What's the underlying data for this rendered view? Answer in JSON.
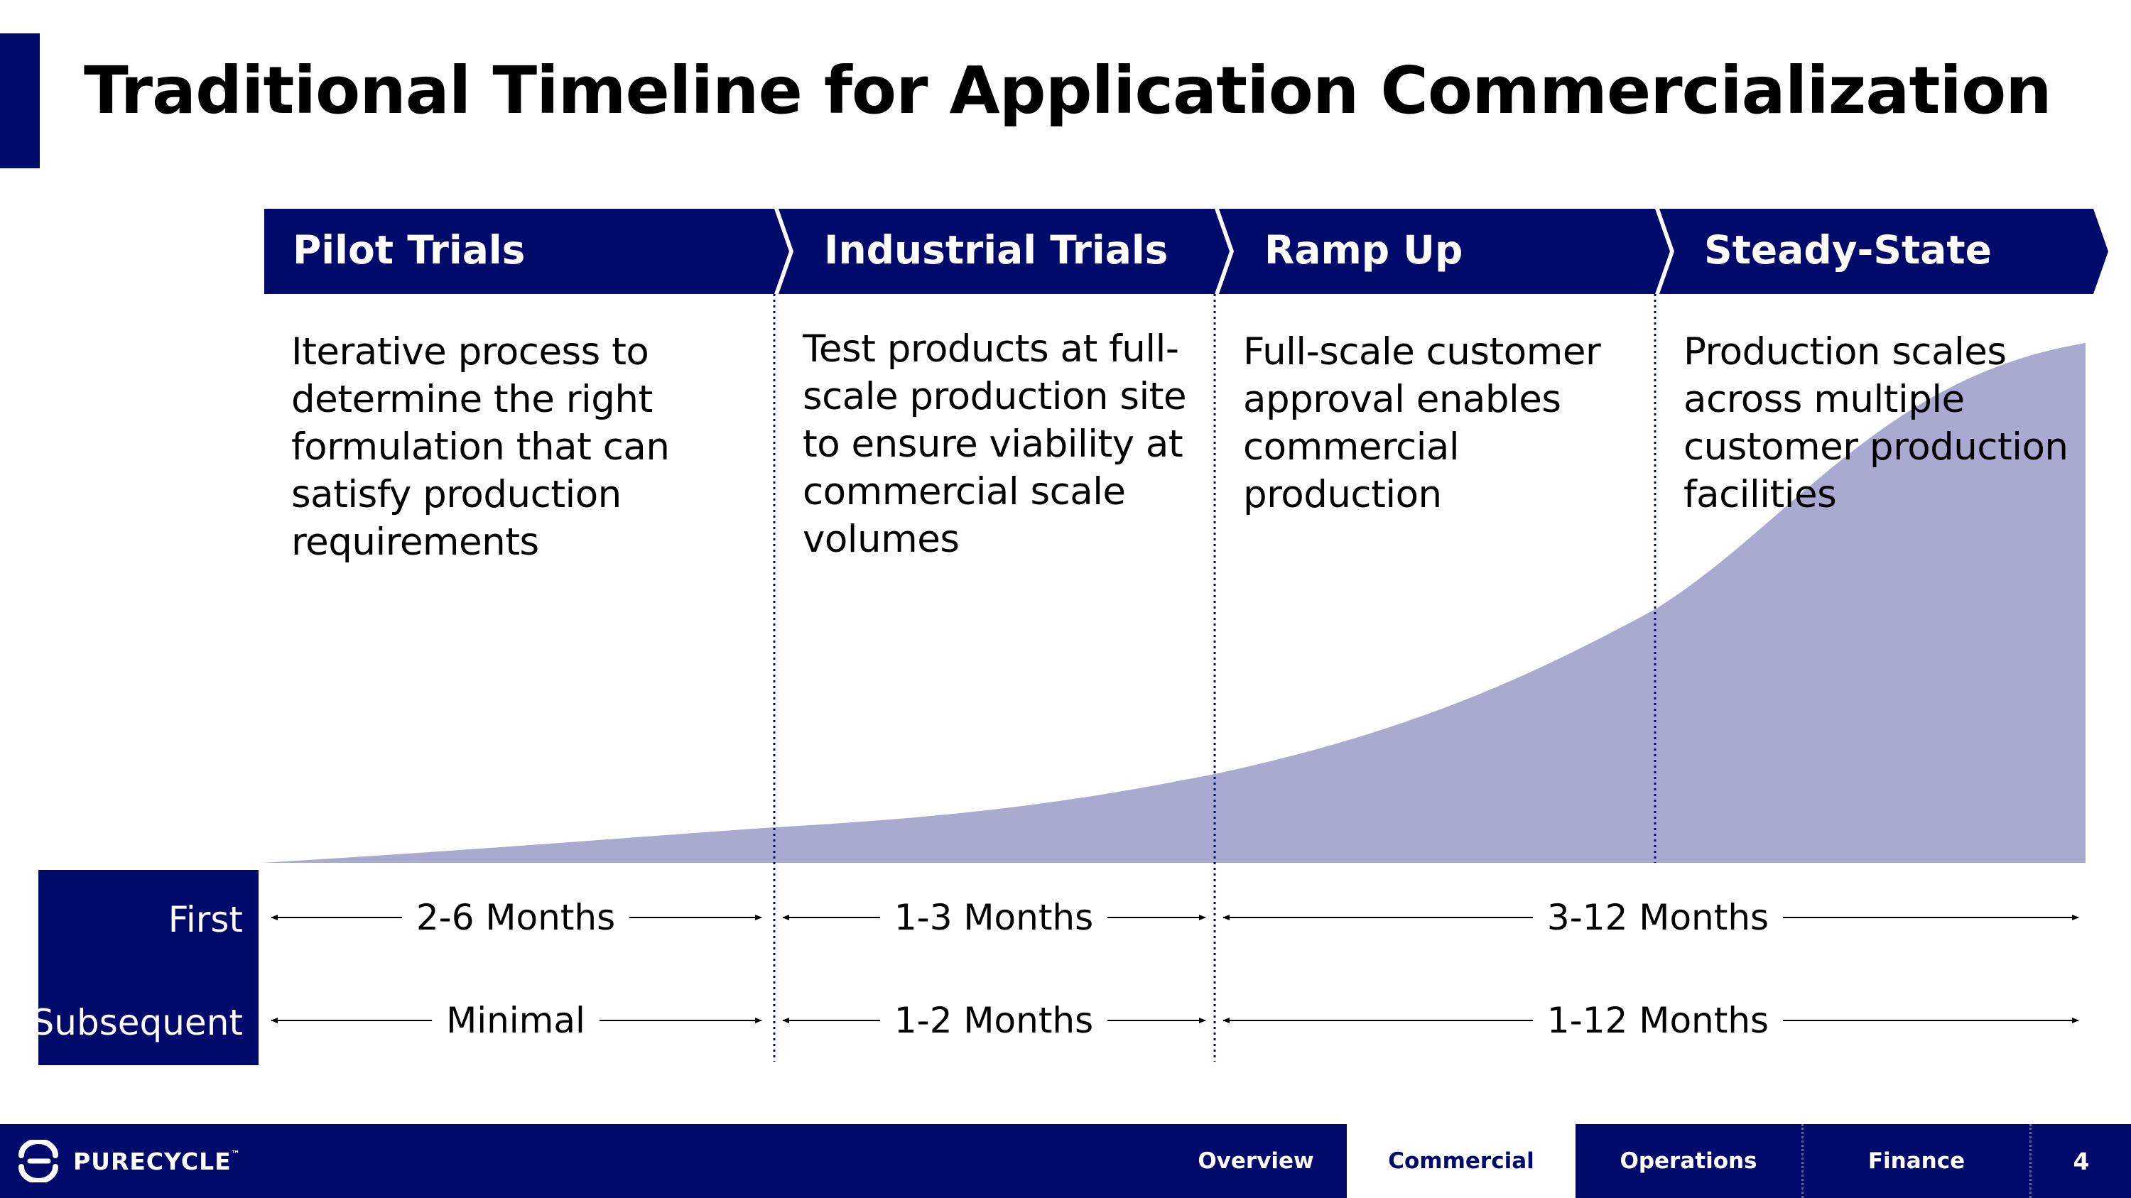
{
  "slide": {
    "title": "Traditional Timeline for Application Commercialization"
  },
  "phases": [
    {
      "label": "Pilot Trials",
      "description": "Iterative process to determine the right formulation that can satisfy production requirements"
    },
    {
      "label": "Industrial Trials",
      "description": "Test products at full-scale production site to ensure viability at commercial scale volumes"
    },
    {
      "label": "Ramp Up",
      "description": "Full-scale customer approval enables commercial production"
    },
    {
      "label": "Steady-State",
      "description": "Production scales across multiple customer production facilities"
    }
  ],
  "rows": {
    "first": {
      "label": "First",
      "durations": [
        "2-6 Months",
        "1-3 Months",
        "3-12 Months"
      ]
    },
    "subsequent": {
      "label": "Subsequent",
      "durations": [
        "Minimal",
        "1-2 Months",
        "1-12 Months"
      ]
    }
  },
  "footer": {
    "brand": "PURECYCLE",
    "trademark": "™",
    "nav": [
      "Overview",
      "Commercial",
      "Operations",
      "Finance"
    ],
    "active_tab": "Commercial",
    "page_number": "4"
  },
  "colors": {
    "navy": "#000A6B",
    "curve_fill": "#A8AACF"
  },
  "icons": {
    "logo": "purecycle-logo-icon",
    "arrows": "double-headed-arrow"
  }
}
